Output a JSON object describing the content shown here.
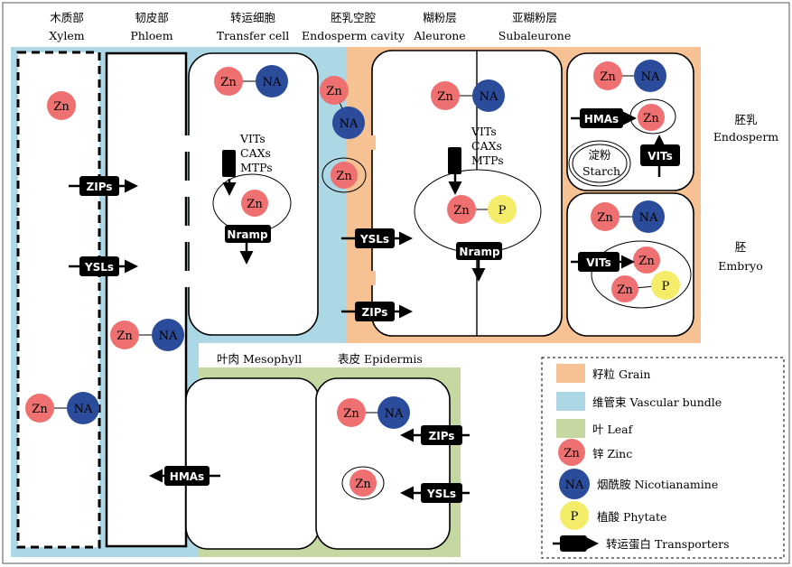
{
  "colors": {
    "grain": "#f6c293",
    "vascular": "#acd8e5",
    "leaf": "#c5d8a2",
    "zinc": "#ef7071",
    "na": "#2b4c9b",
    "phytate": "#f4ed6a",
    "transporter": "#000000"
  },
  "headers": {
    "xylem_cn": "木质部",
    "xylem_en": "Xylem",
    "phloem_cn": "韧皮部",
    "phloem_en": "Phloem",
    "transfer_cn": "转运细胞",
    "transfer_en": "Transfer cell",
    "cavity_cn": "胚乳空腔",
    "cavity_en": "Endosperm cavity",
    "aleurone_cn": "糊粉层",
    "aleurone_en": "Aleurone",
    "subaleurone_cn": "亚糊粉层",
    "subaleurone_en": "Subaleurone"
  },
  "side_labels": {
    "endosperm_cn": "胚乳",
    "endosperm_en": "Endosperm",
    "embryo_cn": "胚",
    "embryo_en": "Embryo"
  },
  "leaf_labels": {
    "mesophyll": "叶肉 Mesophyll",
    "epidermis": "表皮 Epidermis"
  },
  "molecules": {
    "zn": "Zn",
    "na": "NA",
    "p": "P"
  },
  "transporters": {
    "zips": "ZIPs",
    "ysls": "YSLs",
    "nramp": "Nramp",
    "hmas": "HMAs",
    "vits": "VITs"
  },
  "vacuole_labels": {
    "vits": "VITs",
    "caxs": "CAXs",
    "mtps": "MTPs"
  },
  "starch": {
    "cn": "淀粉",
    "en": "Starch"
  },
  "legend": {
    "grain": "籽粒 Grain",
    "vascular": "维管束 Vascular bundle",
    "leaf": "叶 Leaf",
    "zinc": "锌 Zinc",
    "na": "烟酰胺 Nicotianamine",
    "phytate": "植酸 Phytate",
    "transporters": "转运蛋白 Transporters"
  }
}
